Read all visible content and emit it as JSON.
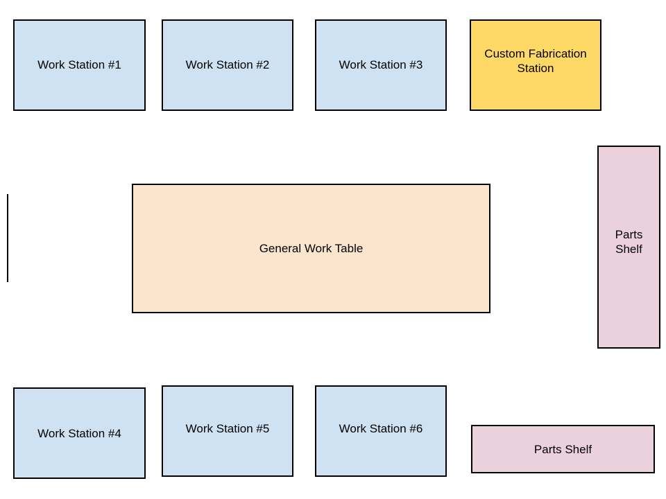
{
  "colors": {
    "work_station": "#cfe2f3",
    "custom_fabrication": "#ffd966",
    "general_table": "#fce5cd",
    "parts_shelf": "#ead1dc",
    "border": "#000000"
  },
  "stations": {
    "ws1": "Work Station #1",
    "ws2": "Work Station #2",
    "ws3": "Work Station #3",
    "ws4": "Work Station #4",
    "ws5": "Work Station #5",
    "ws6": "Work Station #6"
  },
  "custom_fabrication": {
    "line1": "Custom Fabrication",
    "line2": "Station"
  },
  "general_table": "General Work Table",
  "parts_shelf_vertical": {
    "line1": "Parts",
    "line2": "Shelf"
  },
  "parts_shelf_horizontal": "Parts Shelf"
}
